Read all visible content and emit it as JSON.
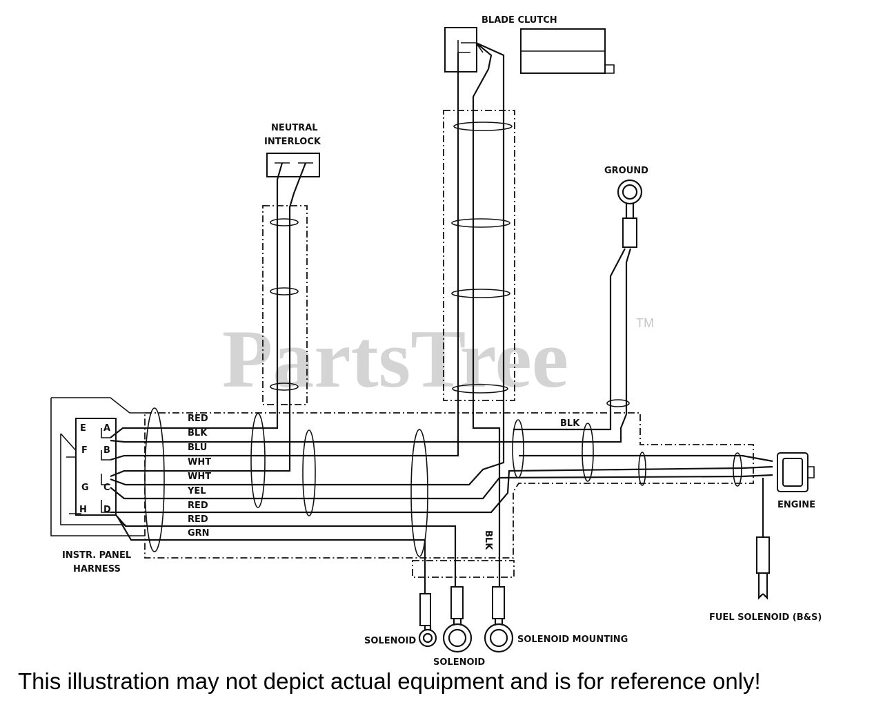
{
  "watermark": {
    "text": "PartsTree",
    "mark": "TM"
  },
  "components": {
    "blade_clutch": "BLADE CLUTCH",
    "neutral_interlock_1": "NEUTRAL",
    "neutral_interlock_2": "INTERLOCK",
    "ground": "GROUND",
    "engine": "ENGINE",
    "fuel_solenoid": "FUEL SOLENOID (B&S)",
    "solenoid_left": "SOLENOID",
    "solenoid_center": "SOLENOID",
    "solenoid_mounting": "SOLENOID MOUNTING",
    "harness_1": "INSTR. PANEL",
    "harness_2": "HARNESS"
  },
  "connector_pins": [
    "E",
    "A",
    "F",
    "B",
    "C",
    "G",
    "H",
    "D"
  ],
  "wires": [
    "RED",
    "BLK",
    "BLU",
    "WHT",
    "WHT",
    "YEL",
    "RED",
    "RED",
    "GRN"
  ],
  "blk_labels": {
    "top": "BLK",
    "vertical": "BLK"
  },
  "disclaimer": "This illustration may not depict actual equipment and is for reference only!"
}
